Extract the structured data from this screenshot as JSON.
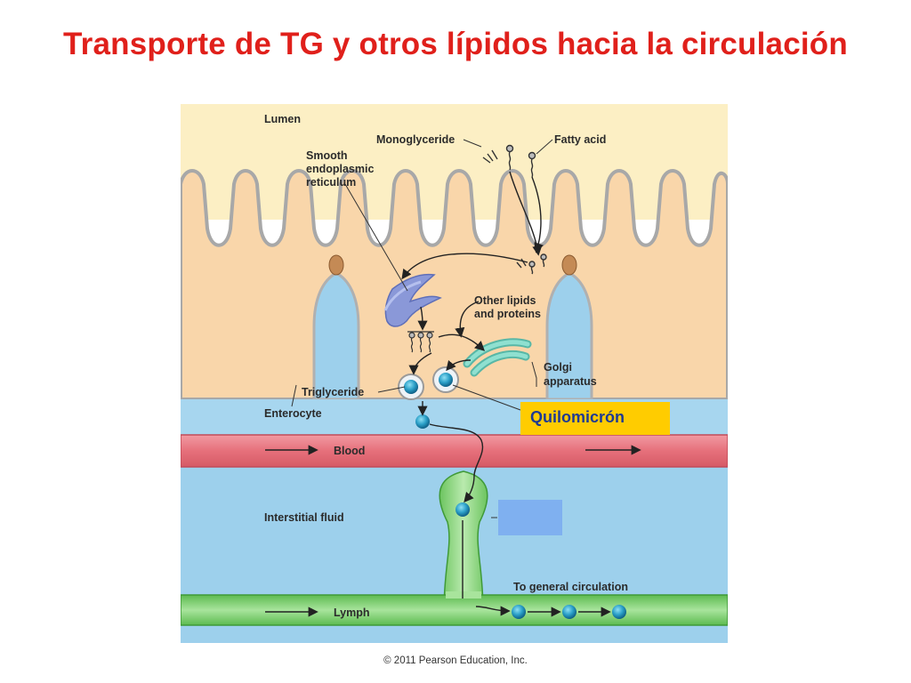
{
  "slide": {
    "title": "Transporte de TG y otros lípidos hacia la circulación",
    "credit": "© 2011 Pearson Education, Inc.",
    "callout_label": "Quilomicrón"
  },
  "diagram": {
    "labels": {
      "lumen": "Lumen",
      "monoglyceride": "Monoglyceride",
      "fatty_acid": "Fatty acid",
      "ser_line1": "Smooth",
      "ser_line2": "endoplasmic",
      "ser_line3": "reticulum",
      "other_line1": "Other lipids",
      "other_line2": "and proteins",
      "golgi_line1": "Golgi",
      "golgi_line2": "apparatus",
      "triglyceride": "Triglyceride",
      "enterocyte": "Enterocyte",
      "blood": "Blood",
      "interstitial": "Interstitial fluid",
      "to_general": "To general circulation",
      "lymph": "Lymph"
    },
    "colors": {
      "lumen": "#fcefc4",
      "enterocyte": "#f9d6aa",
      "interstitial": "#9dd0ec",
      "blood": "#e8737e",
      "lymph_vessel": "#7ccc6e",
      "chylomicron": "#2ba0c8",
      "er": "#8a98d8",
      "golgi": "#7fd3c4",
      "title": "#e0201b",
      "callout_bg": "#ffcc00",
      "callout_text": "#1f3a93"
    }
  }
}
